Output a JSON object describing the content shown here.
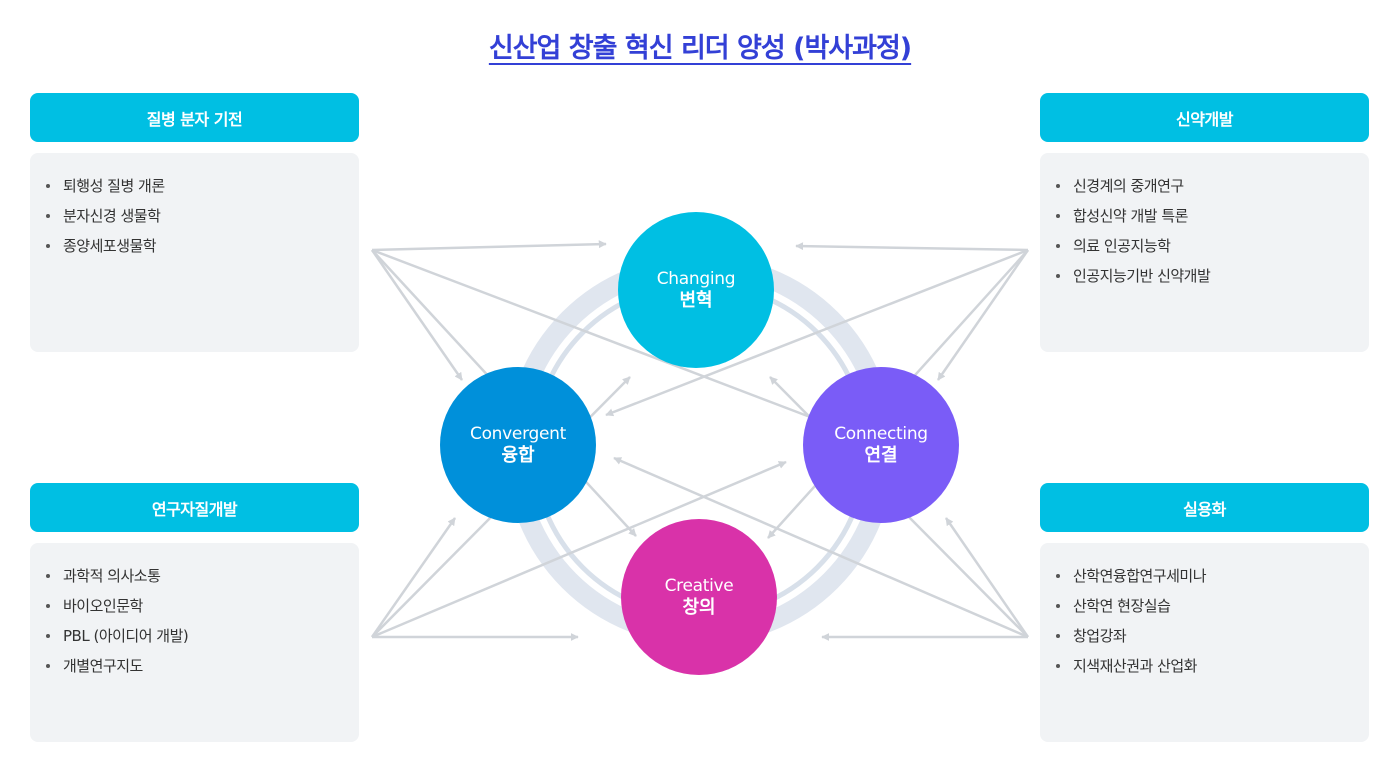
{
  "title": "신산업 창출 혁신 리더 양성 (박사과정)",
  "colors": {
    "title": "#3340d6",
    "header": "#00bfe3",
    "box_bg": "#f1f3f5",
    "ring": "#e0e6ef",
    "arrow": "#d0d4d9",
    "changing": "#00bfe3",
    "convergent": "#0090da",
    "connecting": "#7a5cf7",
    "creative": "#d932a9"
  },
  "boxes": {
    "top_left": {
      "title": "질병 분자 기전",
      "items": [
        "퇴행성 질병 개론",
        "분자신경 생물학",
        "종양세포생물학"
      ]
    },
    "top_right": {
      "title": "신약개발",
      "items": [
        "신경계의 중개연구",
        "합성신약 개발 특론",
        "의료 인공지능학",
        "인공지능기반 신약개발"
      ]
    },
    "bottom_left": {
      "title": "연구자질개발",
      "items": [
        "과학적 의사소통",
        "바이오인문학",
        "PBL (아이디어 개발)",
        "개별연구지도"
      ]
    },
    "bottom_right": {
      "title": "실용화",
      "items": [
        "산학연융합연구세미나",
        "산학연 현장실습",
        "창업강좌",
        "지색재산권과 산업화"
      ]
    }
  },
  "circles": {
    "changing": {
      "en": "Changing",
      "ko": "변혁"
    },
    "convergent": {
      "en": "Convergent",
      "ko": "융합"
    },
    "connecting": {
      "en": "Connecting",
      "ko": "연결"
    },
    "creative": {
      "en": "Creative",
      "ko": "창의"
    }
  }
}
